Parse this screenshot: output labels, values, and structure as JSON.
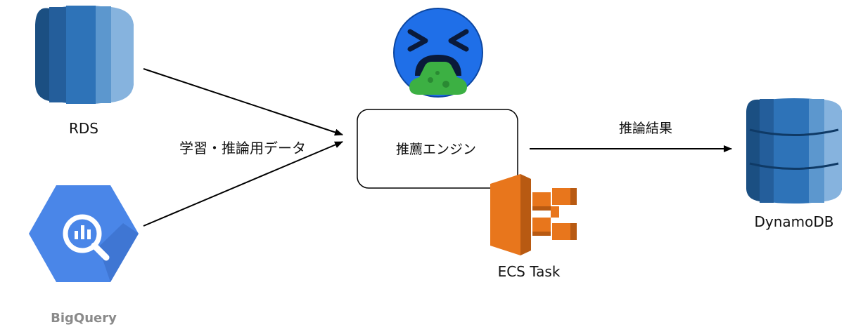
{
  "nodes": {
    "rds": {
      "label": "RDS"
    },
    "bigquery": {
      "label": "BigQuery"
    },
    "engine": {
      "label": "推薦エンジン"
    },
    "ecs": {
      "label": "ECS Task"
    },
    "dynamodb": {
      "label": "DynamoDB"
    }
  },
  "edges": {
    "input": {
      "label": "学習・推論用データ"
    },
    "output": {
      "label": "推論結果"
    }
  },
  "icons": {
    "rds": "aws-rds-database-icon",
    "bigquery": "gcp-bigquery-icon",
    "emoji": "vomiting-face-emoji-icon",
    "ecs": "aws-ecs-icon",
    "dynamodb": "aws-dynamodb-icon"
  },
  "colors": {
    "rds": "#2E73B8",
    "bigquery": "#4A86E8",
    "emoji_face": "#1F6FE8",
    "ecs": "#E8761C",
    "dynamodb": "#2E73B8"
  }
}
